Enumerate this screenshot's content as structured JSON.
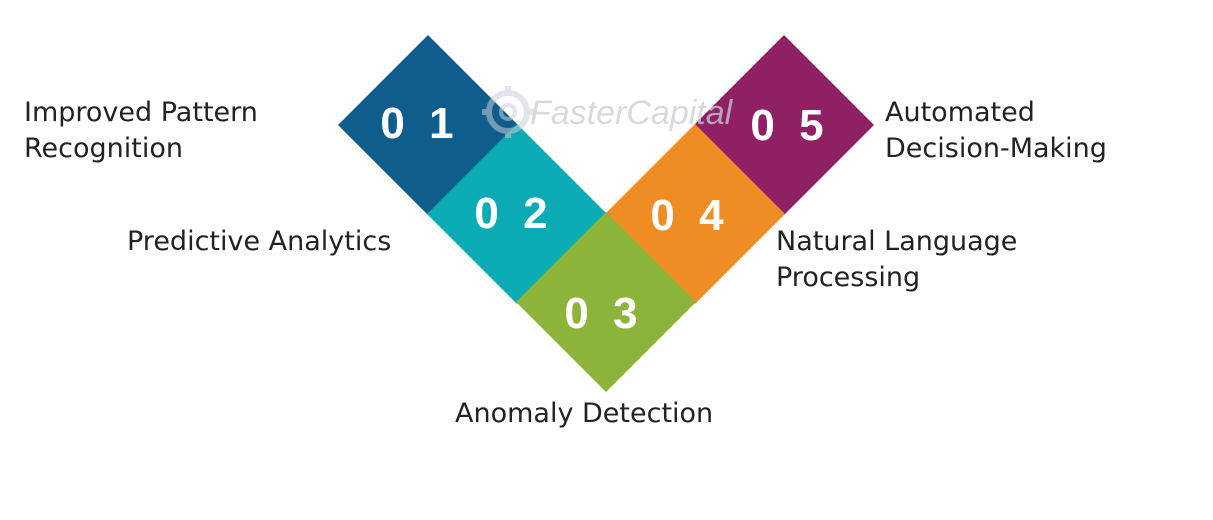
{
  "steps": [
    {
      "number": "0 1",
      "label_lines": [
        "Improved Pattern",
        "Recognition"
      ],
      "color": "#0f5d8c"
    },
    {
      "number": "0 2",
      "label_lines": [
        "Predictive Analytics"
      ],
      "color": "#0aabb4"
    },
    {
      "number": "0 3",
      "label_lines": [
        "Anomaly Detection"
      ],
      "color": "#8cb43a"
    },
    {
      "number": "0 4",
      "label_lines": [
        "Natural Language",
        "Processing"
      ],
      "color": "#f08c24"
    },
    {
      "number": "0 5",
      "label_lines": [
        "Automated",
        "Decision-Making"
      ],
      "color": "#8e2063"
    }
  ],
  "watermark": {
    "text": "FasterCapital"
  }
}
